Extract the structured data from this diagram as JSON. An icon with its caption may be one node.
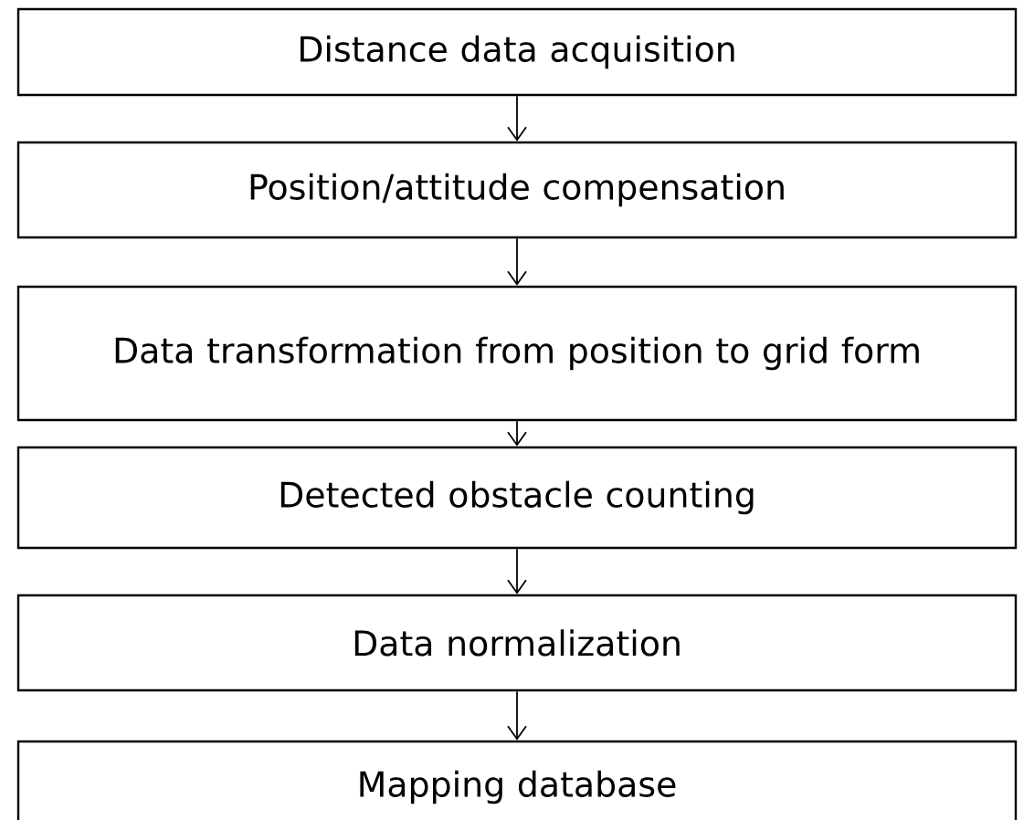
{
  "diagram": {
    "nodes": [
      {
        "text": [
          "Distance data acquisition"
        ]
      },
      {
        "text": [
          "Position/attitude compensation"
        ]
      },
      {
        "text": [
          "Data transformation from position to grid form"
        ]
      },
      {
        "text": [
          "Detected obstacle counting"
        ]
      },
      {
        "text": [
          "Data normalization"
        ]
      },
      {
        "text": [
          "Mapping database"
        ]
      }
    ],
    "edges": [
      {
        "from": 0,
        "to": 1,
        "arrow": "to"
      },
      {
        "from": 1,
        "to": 2,
        "arrow": "to"
      },
      {
        "from": 2,
        "to": 3,
        "arrow": "to"
      },
      {
        "from": 3,
        "to": 4,
        "arrow": "to"
      },
      {
        "from": 4,
        "to": 5,
        "arrow": "to"
      }
    ]
  }
}
